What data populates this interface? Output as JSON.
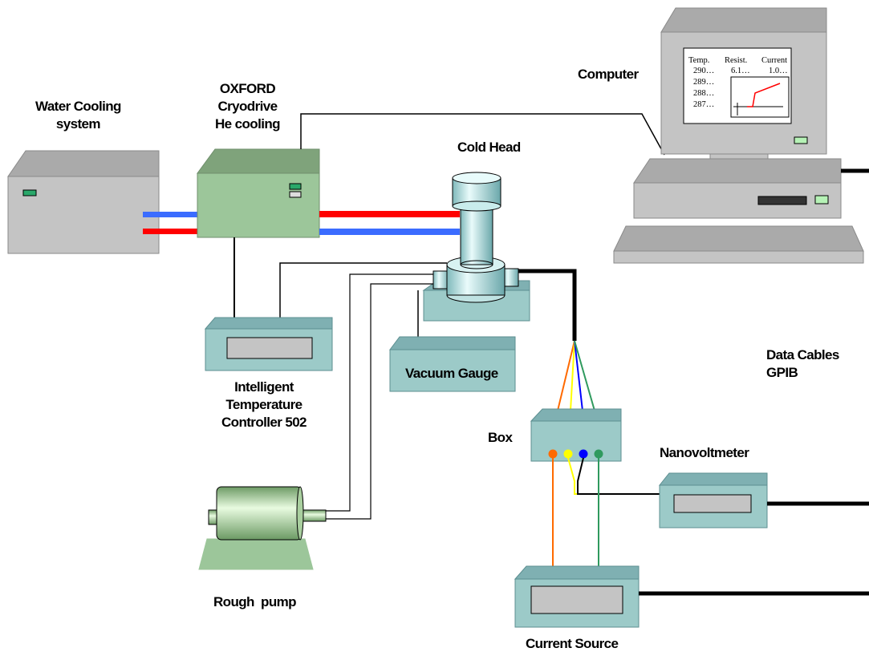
{
  "labels": {
    "water_cooling": [
      "Water Cooling",
      "system"
    ],
    "oxford": [
      "OXFORD",
      "Cryodrive",
      "He cooling"
    ],
    "cold_head": "Cold Head",
    "computer": "Computer",
    "itc": [
      "Intelligent",
      "Temperature",
      "Controller 502"
    ],
    "vacuum_gauge": "Vacuum Gauge",
    "rough_pump": "Rough  pump",
    "data_cables": [
      "Data Cables",
      "GPIB"
    ],
    "box": "Box",
    "nanovoltmeter": "Nanovoltmeter",
    "current_source": "Current Source"
  },
  "screen": {
    "headers": [
      "Temp.",
      "Resist.",
      "Current"
    ],
    "temps": [
      "290…",
      "289…",
      "288…",
      "287…"
    ],
    "resist": "6.1…",
    "current": "1.0…"
  },
  "colors": {
    "device_gray": "#c4c4c4",
    "device_green": "#9cc69a",
    "device_teal": "#9ccac8",
    "hot_pipe": "#ff0000",
    "cold_pipe": "#3b6cff",
    "wire_orange": "#ff6a00",
    "wire_yellow": "#ffff00",
    "wire_blue": "#0000ff",
    "wire_green": "#2f9a5e",
    "plot_line": "#ff0000"
  }
}
